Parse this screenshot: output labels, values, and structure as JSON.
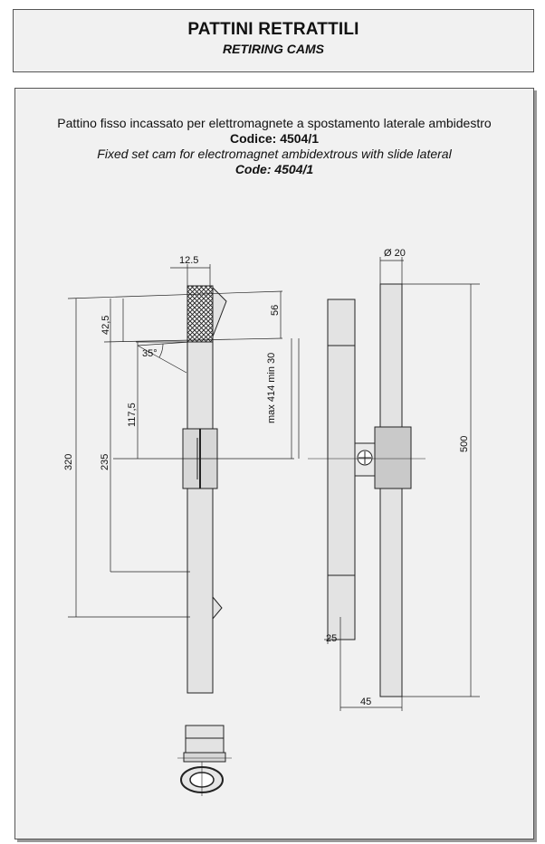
{
  "header": {
    "title": "PATTINI RETRATTILI",
    "subtitle": "RETIRING CAMS"
  },
  "description": {
    "it_line": "Pattino fisso incassato per elettromagnete a spostamento laterale ambidestro",
    "it_code": "Codice: 4504/1",
    "en_line": "Fixed set cam for electromagnet ambidextrous with slide lateral",
    "en_code": "Code: 4504/1"
  },
  "dimensions": {
    "width_top": "12.5",
    "d56": "56",
    "d42_5": "42,5",
    "angle": "35°",
    "d117_5": "117,5",
    "max_min": "max 414  min 30",
    "d235": "235",
    "d320": "320",
    "diameter": "Ø 20",
    "d500": "500",
    "d25": "25",
    "d45": "45"
  },
  "colors": {
    "part_fill": "#e3e3e3",
    "block_fill": "#c9c9c9",
    "line": "#222222"
  }
}
